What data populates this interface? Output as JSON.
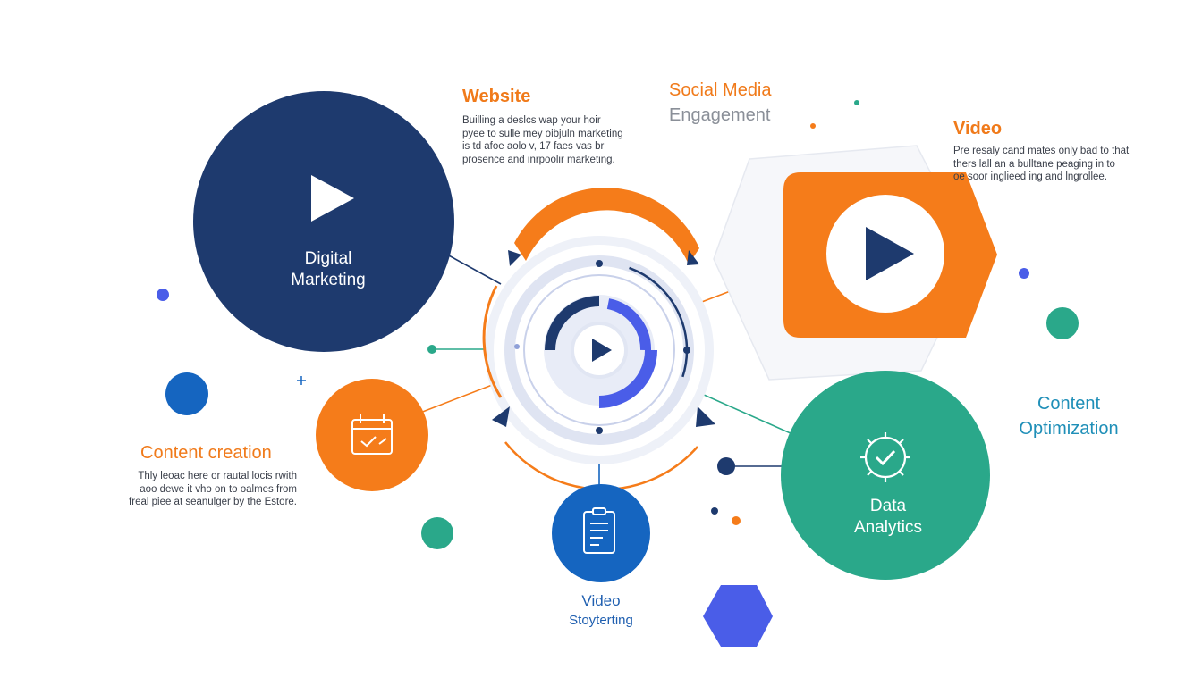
{
  "website": {
    "title": "Website",
    "body": [
      "Builling a deslcs wap your hoir",
      "pyee to sulle mey oibjuln marketing",
      "is td afoe aolo v, 17 faes vas br",
      "prosence and inrpoolir marketing."
    ]
  },
  "social": {
    "title": "Social Media",
    "subtitle": "Engagement"
  },
  "video_top": {
    "title": "Video",
    "body": [
      "Pre resaly cand mates only bad to that",
      "thers lall an a bulltane peaging in to",
      "oe soor inglieed ing and lngrollee."
    ]
  },
  "digital": {
    "line1": "Digital",
    "line2": "Marketing"
  },
  "content_creation": {
    "title": "Content creation",
    "body": [
      "Thly leoac here or rautal locis rwith",
      "aoo dewe it vho on to oalmes from",
      "freal piee at seanulger by the Estore."
    ]
  },
  "content_opt": {
    "line1": "Content",
    "line2": "Optimization"
  },
  "data_analytics": {
    "line1": "Data",
    "line2": "Analytics"
  },
  "video_story": {
    "line1": "Video",
    "line2": "Stoyterting"
  },
  "colors": {
    "navy": "#1e3a6e",
    "orange": "#f57c1a",
    "teal": "#2aa88a",
    "blue": "#1565c0",
    "indigo": "#4a5de8",
    "ring_light": "#e4e8f4"
  },
  "icons": {
    "digital": "play-icon",
    "video_badge": "play-icon",
    "hub": "play-icon",
    "content_creation": "calendar-icon",
    "video_story": "document-icon",
    "data_analytics": "gear-check-icon"
  }
}
